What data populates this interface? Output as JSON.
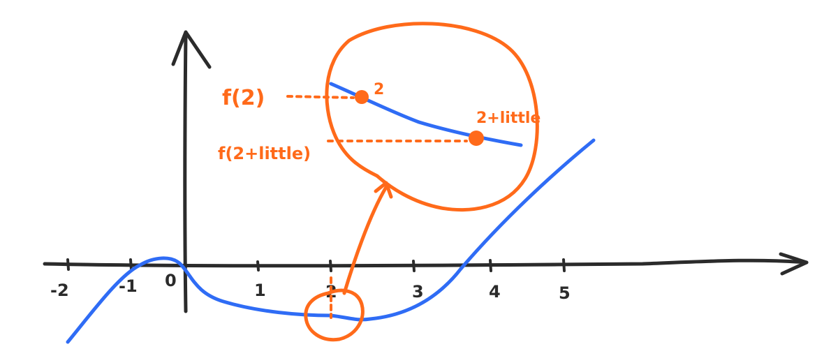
{
  "diagram": {
    "colors": {
      "axis": "#2b2b2b",
      "curve": "#2f6cf5",
      "annotation": "#ff6a1a",
      "background": "#ffffff"
    },
    "x_tick_labels": [
      "-2",
      "-1",
      "0",
      "1",
      "2",
      "3",
      "4",
      "5"
    ],
    "point_labels": {
      "point_a": "2",
      "point_b": "2+little"
    },
    "value_labels": {
      "f_a": "f(2)",
      "f_b": "f(2+little)"
    },
    "icons": {
      "y_axis_arrow": "arrow-up-icon",
      "x_axis_arrow": "arrow-right-icon",
      "magnify_arrow": "arrow-up-icon"
    }
  }
}
